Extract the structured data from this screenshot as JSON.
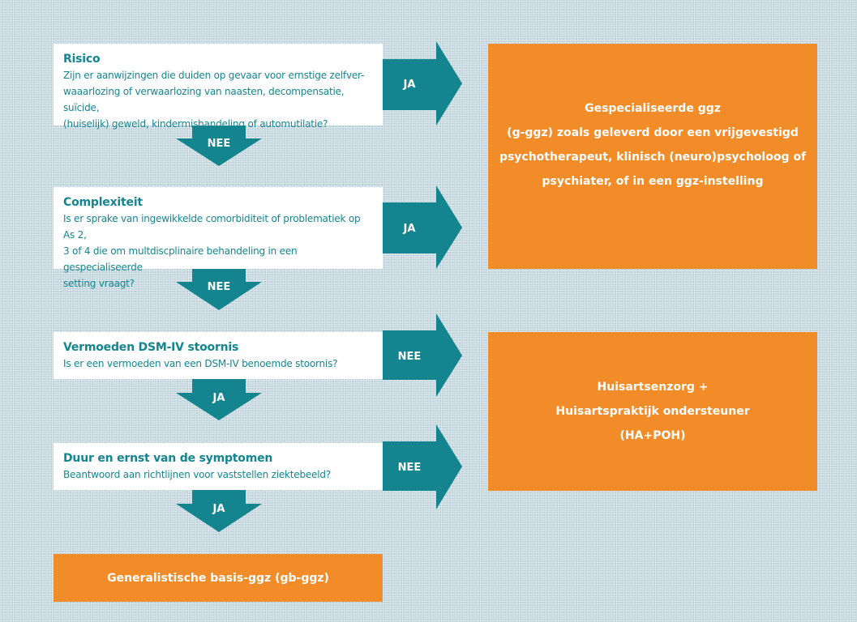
{
  "questions": [
    {
      "title": "Risico",
      "lines": [
        "Zijn er aanwijzingen die duiden op gevaar voor ernstige zelfver-",
        "waaarlozing of verwaarlozing van naasten, decompensatie, suïcide,",
        "(huiselijk) geweld, kindermishandeling of automutilatie?"
      ]
    },
    {
      "title": "Complexiteit",
      "lines": [
        "Is er sprake van ingewikkelde comorbiditeit of problematiek op As 2,",
        "3 of 4 die om multdiscplinaire behandeling in een gespecialiseerde",
        "setting vraagt?"
      ]
    },
    {
      "title": "Vermoeden DSM-IV stoornis",
      "lines": [
        "Is er een vermoeden van een DSM-IV benoemde stoornis?"
      ]
    },
    {
      "title": "Duur en ernst van de symptomen",
      "lines": [
        "Beantwoord aan richtlijnen voor vaststellen ziektebeeld?"
      ]
    }
  ],
  "right_arrows": [
    "JA",
    "JA",
    "NEE",
    "NEE"
  ],
  "down_arrows": [
    "NEE",
    "NEE",
    "JA",
    "JA"
  ],
  "outcomes": {
    "specialised": {
      "lines": [
        "Gespecialiseerde ggz",
        "(g-ggz) zoals geleverd door een vrijgevestigd",
        "psychotherapeut, klinisch (neuro)psycholoog of",
        "psychiater, of in een ggz-instelling"
      ]
    },
    "gp": {
      "lines": [
        "Huisartsenzorg +",
        "Huisartspraktijk ondersteuner",
        "(HA+POH)"
      ]
    },
    "basic": {
      "label": "Generalistische basis-ggz (gb-ggz)"
    }
  },
  "colors": {
    "teal": "#14858f",
    "orange": "#f28c28",
    "background": "#c5d7df"
  }
}
